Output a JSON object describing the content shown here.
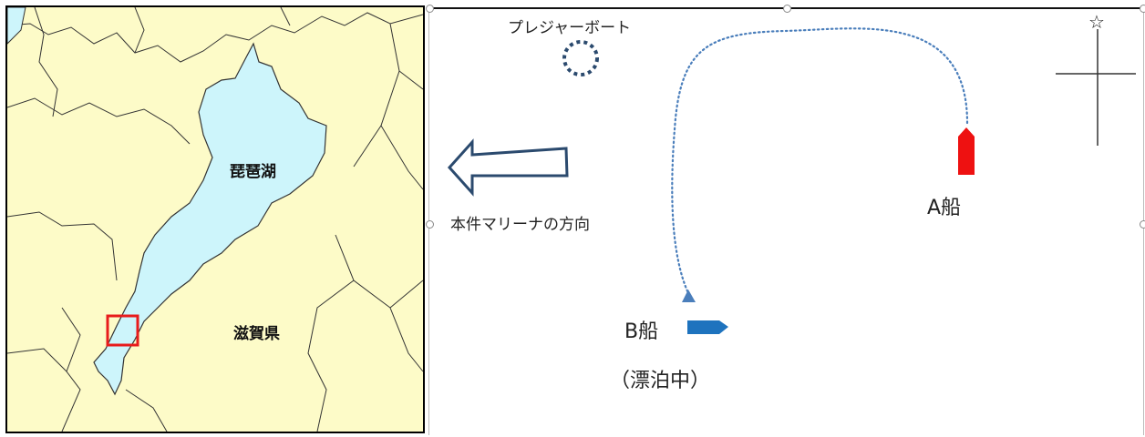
{
  "map": {
    "lake_label": "琵琶湖",
    "prefecture_label": "滋賀県"
  },
  "diagram": {
    "pleasure_boat_label": "プレジャーボート",
    "marina_direction_label": "本件マリーナの方向",
    "ship_a_label": "A船",
    "ship_b_label": "B船",
    "ship_b_status": "（漂泊中）",
    "north_symbol": "☆"
  },
  "colors": {
    "map_land": "#fdfbc8",
    "map_water": "#cdf5fb",
    "highlight_box": "#e81c1c",
    "ship_a": "#ee1111",
    "ship_b": "#1e73be",
    "track": "#4a7ebb",
    "arrow_outline": "#2b4a6e",
    "pleasure_boat_circle": "#2b4a6e"
  }
}
